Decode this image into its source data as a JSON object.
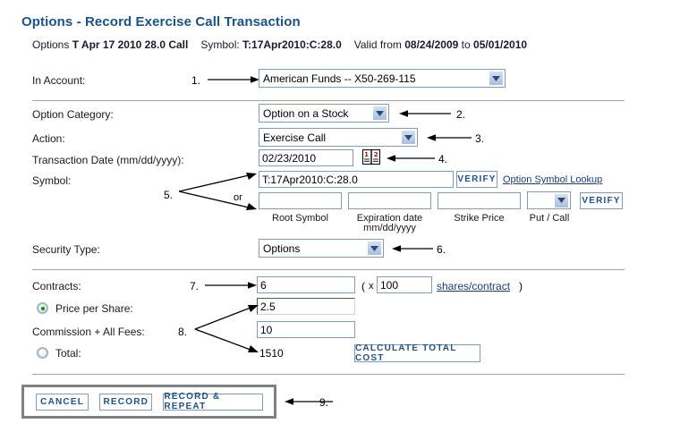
{
  "page": {
    "title": "Options - Record Exercise Call Transaction",
    "subtitle": {
      "prefix": "Options",
      "contract": "T Apr 17 2010 28.0 Call",
      "symbol_label": "Symbol:",
      "symbol_value": "T:17Apr2010:C:28.0",
      "valid_label": "Valid from",
      "valid_from": "08/24/2009",
      "valid_to_label": "to",
      "valid_to": "05/01/2010"
    }
  },
  "form": {
    "account": {
      "label": "In Account:",
      "value": "American Funds -- X50-269-115"
    },
    "option_category": {
      "label": "Option Category:",
      "value": "Option on a Stock"
    },
    "action": {
      "label": "Action:",
      "value": "Exercise Call"
    },
    "transaction_date": {
      "label": "Transaction Date (mm/dd/yyyy):",
      "value": "02/23/2010",
      "calendar_icon": "calendar-icon"
    },
    "symbol": {
      "label": "Symbol:",
      "value": "T:17Apr2010:C:28.0",
      "verify_label": "VERIFY",
      "lookup_link": "Option Symbol Lookup",
      "or_text": "or",
      "root_symbol": {
        "caption": "Root Symbol",
        "value": ""
      },
      "expiration_date": {
        "caption": "Expiration date",
        "caption2": "mm/dd/yyyy",
        "value": ""
      },
      "strike_price": {
        "caption": "Strike Price",
        "value": ""
      },
      "put_call": {
        "caption": "Put / Call",
        "value": ""
      },
      "verify2_label": "VERIFY"
    },
    "security_type": {
      "label": "Security Type:",
      "value": "Options"
    },
    "contracts": {
      "label": "Contracts:",
      "value": "6",
      "open_paren": "(",
      "multiplier_x": "x",
      "multiplier": "100",
      "shares_link": "shares/contract",
      "close_paren": ")"
    },
    "price_per_share": {
      "label": "Price per Share:",
      "value": "2.5",
      "selected": true
    },
    "commission": {
      "label": "Commission + All Fees:",
      "value": "10"
    },
    "total": {
      "label": "Total:",
      "value": "1510",
      "selected": false,
      "calculate_label": "CALCULATE TOTAL COST"
    }
  },
  "actions": {
    "cancel_label": "CANCEL",
    "record_label": "RECORD",
    "record_repeat_label": "RECORD & REPEAT"
  },
  "annotations": {
    "n1": "1.",
    "n2": "2.",
    "n3": "3.",
    "n4": "4.",
    "n5": "5.",
    "n6": "6.",
    "n7": "7.",
    "n8": "8.",
    "n9": "9."
  },
  "colors": {
    "title": "#1b5288",
    "link": "#1b3f73",
    "button_text": "#1b5288",
    "input_border": "#7f9db9",
    "rule": "#a8a394",
    "radio_on": "#11a011"
  }
}
